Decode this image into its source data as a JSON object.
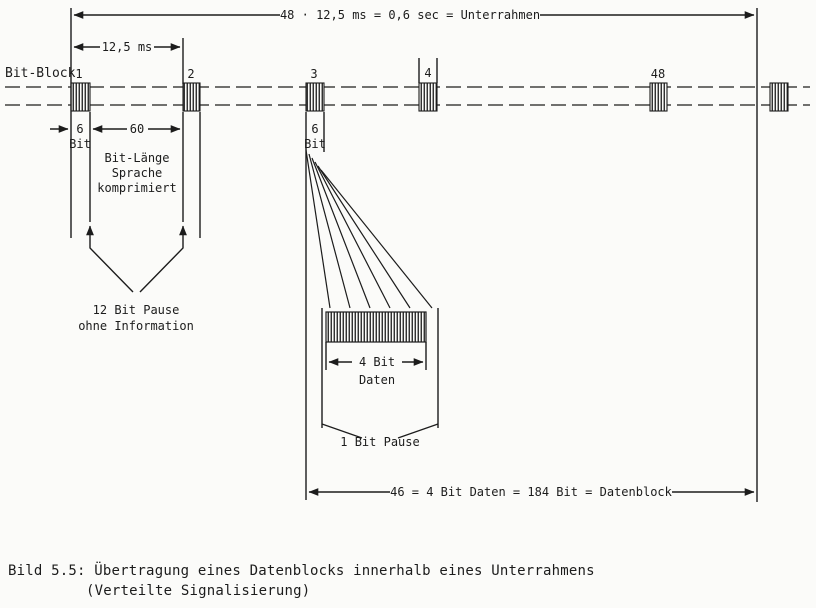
{
  "diagram": {
    "top_dimension": "48 · 12,5 ms = 0,6 sec = Unterrahmen",
    "block_period": "12,5 ms",
    "row_label": "Bit-Block",
    "blocks": [
      "1",
      "2",
      "3",
      "4",
      "48"
    ],
    "dim6_left": {
      "value": "6",
      "unit": "Bit"
    },
    "dim60": "60",
    "speech_lines": [
      "Bit-Länge",
      "Sprache",
      "komprimiert"
    ],
    "pause12_lines": [
      "12 Bit Pause",
      "ohne Information"
    ],
    "dim6_mid": {
      "value": "6",
      "unit": "Bit"
    },
    "dim4bit": {
      "value": "4 Bit",
      "unit": "Daten"
    },
    "pause1": "1 Bit Pause",
    "bottom_dimension": "46 = 4 Bit Daten = 184 Bit = Datenblock"
  },
  "caption": {
    "line1": "Bild 5.5: Übertragung eines Datenblocks innerhalb eines Unterrahmens",
    "line2": "(Verteilte Signalisierung)"
  },
  "colors": {
    "ink": "#1c1c1c",
    "paper": "#fbfbf9"
  }
}
